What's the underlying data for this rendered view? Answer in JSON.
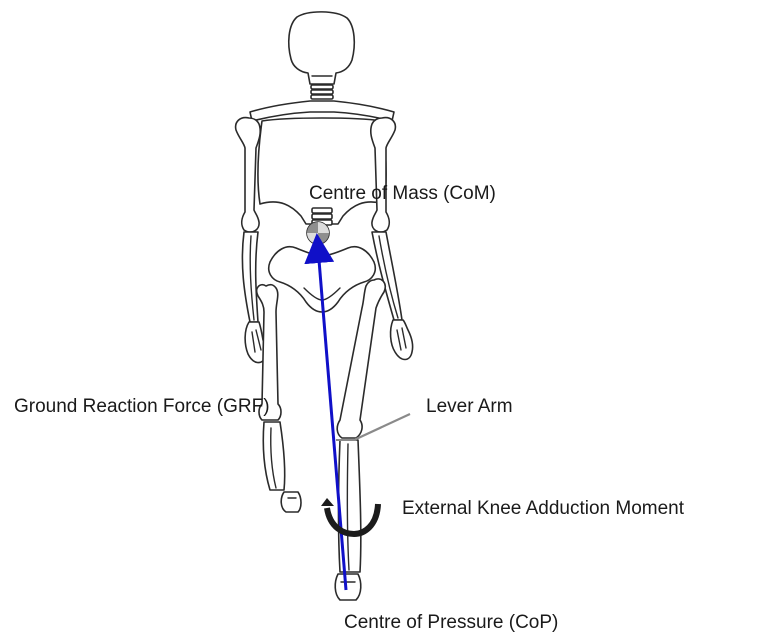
{
  "labels": {
    "centre_of_mass": "Centre of  Mass (CoM)",
    "ground_reaction_force": "Ground Reaction Force (GRF)",
    "lever_arm": "Lever  Arm",
    "external_knee_adduction_moment": "External Knee Adduction Moment",
    "centre_of_pressure": "Centre of Pressure (CoP)"
  },
  "colors": {
    "grf_vector": "#1010c8",
    "moment_arc": "#1c1c1c",
    "lever_arm_pointer": "#8a8a8a",
    "com_marker": "#9a9a9a",
    "bone_outline": "#2b2b2b"
  },
  "icons": {
    "com_marker": "centre-of-mass-symbol-icon",
    "moment_arc": "curved-moment-arrow-icon"
  }
}
